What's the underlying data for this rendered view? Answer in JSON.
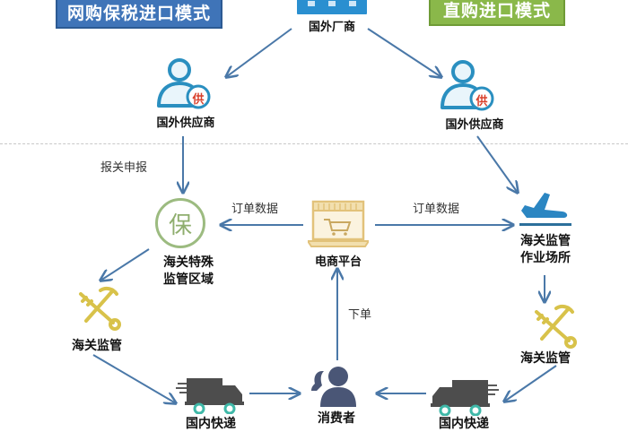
{
  "modes": {
    "bonded": {
      "title": "网购保税进口模式",
      "color": "#3f74b8"
    },
    "direct": {
      "title": "直购进口模式",
      "color": "#8ab84a"
    }
  },
  "nodes": {
    "foreign_manufacturer": {
      "label": "国外厂商",
      "icon": "factory-icon"
    },
    "supplier_left": {
      "label": "国外供应商",
      "badge": "供",
      "icon": "supplier-person-icon"
    },
    "supplier_right": {
      "label": "国外供应商",
      "badge": "供",
      "icon": "supplier-person-icon"
    },
    "bonded_zone": {
      "label_line1": "海关特殊",
      "label_line2": "监管区域",
      "badge": "保",
      "icon": "bonded-circle-icon"
    },
    "ecommerce_platform": {
      "label": "电商平台",
      "icon": "online-store-laptop-icon"
    },
    "customs_site": {
      "label_line1": "海关监管",
      "label_line2": "作业场所",
      "icon": "airplane-departure-icon"
    },
    "customs_left": {
      "label": "海关监管",
      "icon": "customs-emblem-icon"
    },
    "customs_right": {
      "label": "海关监管",
      "icon": "customs-emblem-icon"
    },
    "delivery_left": {
      "label": "国内快递",
      "icon": "delivery-truck-icon"
    },
    "consumer": {
      "label": "消费者",
      "icon": "consumer-people-icon"
    },
    "delivery_right": {
      "label": "国内快递",
      "icon": "delivery-truck-icon"
    }
  },
  "edges": {
    "customs_declaration": "报关申报",
    "order_data_left": "订单数据",
    "order_data_right": "订单数据",
    "place_order": "下单"
  },
  "colors": {
    "arrow": "#4a78a8",
    "supplier_icon": "#2a8fc0",
    "badge_text": "#d9402b",
    "bonded_icon": "#8fae6e",
    "store_icon": "#e2c27a",
    "plane_icon": "#2b86c2",
    "customs_icon": "#d8c24a",
    "truck_body": "#4d4d4d",
    "truck_wheels": "#3fb8a8",
    "consumer_icon": "#4a5676"
  }
}
